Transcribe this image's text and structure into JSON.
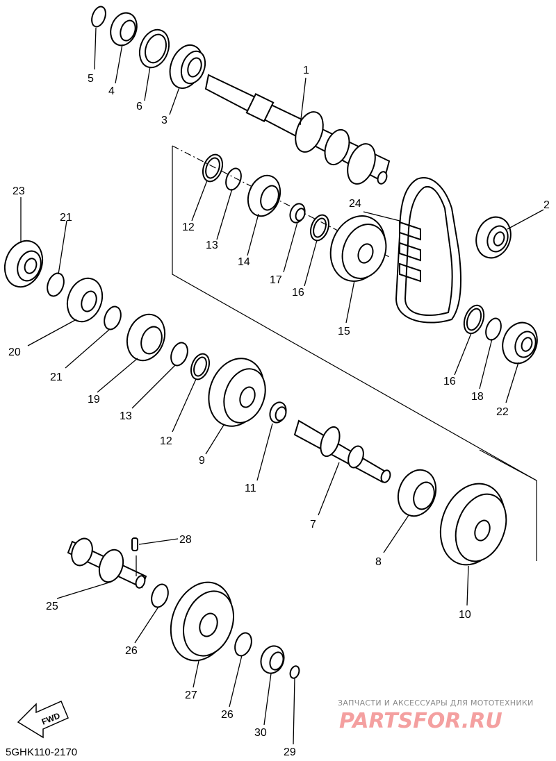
{
  "diagram_code": "5GHK110-2170",
  "fwd_label": "FWD",
  "watermark": {
    "top": "ЗАПЧАСТИ И АКСЕССУАРЫ ДЛЯ МОТОТЕХНИКИ",
    "brand": "PARTSFOR.RU"
  },
  "labels": {
    "p1": "1",
    "p2": "2",
    "p3": "3",
    "p4": "4",
    "p5": "5",
    "p6": "6",
    "p7": "7",
    "p8": "8",
    "p9": "9",
    "p10": "10",
    "p11": "11",
    "p12a": "12",
    "p12b": "12",
    "p13a": "13",
    "p13b": "13",
    "p14": "14",
    "p15": "15",
    "p16a": "16",
    "p16b": "16",
    "p17": "17",
    "p18": "18",
    "p19": "19",
    "p20": "20",
    "p21a": "21",
    "p21b": "21",
    "p22": "22",
    "p23": "23",
    "p24": "24",
    "p25": "25",
    "p26a": "26",
    "p26b": "26",
    "p27": "27",
    "p28": "28",
    "p29": "29",
    "p30": "30"
  }
}
